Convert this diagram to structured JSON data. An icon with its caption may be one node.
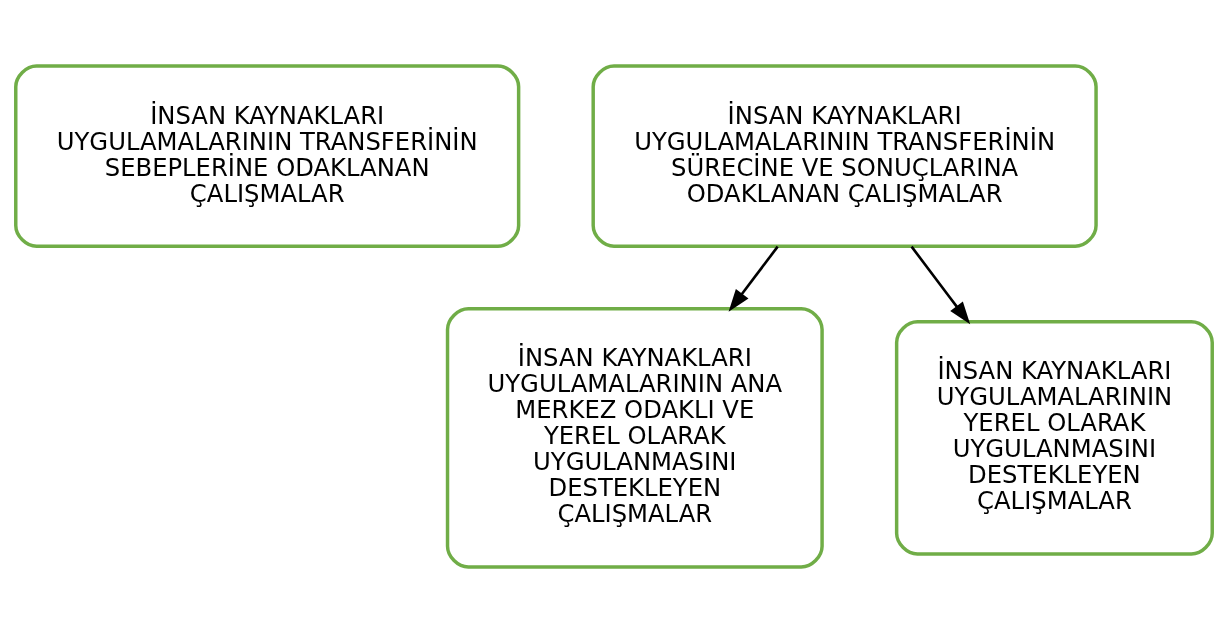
{
  "diagram": {
    "nodes": [
      {
        "text": [
          "İNSAN KAYNAKLARI UYGULAMALARININ TRANSFERİNİN SEBEPLERİNE ODAKLANAN ÇALIŞMALAR"
        ]
      },
      {
        "text": [
          "İNSAN KAYNAKLARI UYGULAMALARININ TRANSFERİNİN SÜRECİNE VE SONUÇLARINA ODAKLANAN ÇALIŞMALAR"
        ]
      },
      {
        "text": [
          "İNSAN KAYNAKLARI UYGULAMALARININ ANA MERKEZ ODAKLI VE YEREL OLARAK UYGULANMASINI DESTEKLEYEN ÇALIŞMALAR"
        ]
      },
      {
        "text": [
          "İNSAN KAYNAKLARI UYGULAMALARININ YEREL OLARAK UYGULANMASINI DESTEKLEYEN ÇALIŞMALAR"
        ]
      }
    ],
    "edges": [
      {
        "from": 1,
        "to": 2,
        "arrow": "to"
      },
      {
        "from": 1,
        "to": 3,
        "arrow": "to"
      }
    ]
  }
}
